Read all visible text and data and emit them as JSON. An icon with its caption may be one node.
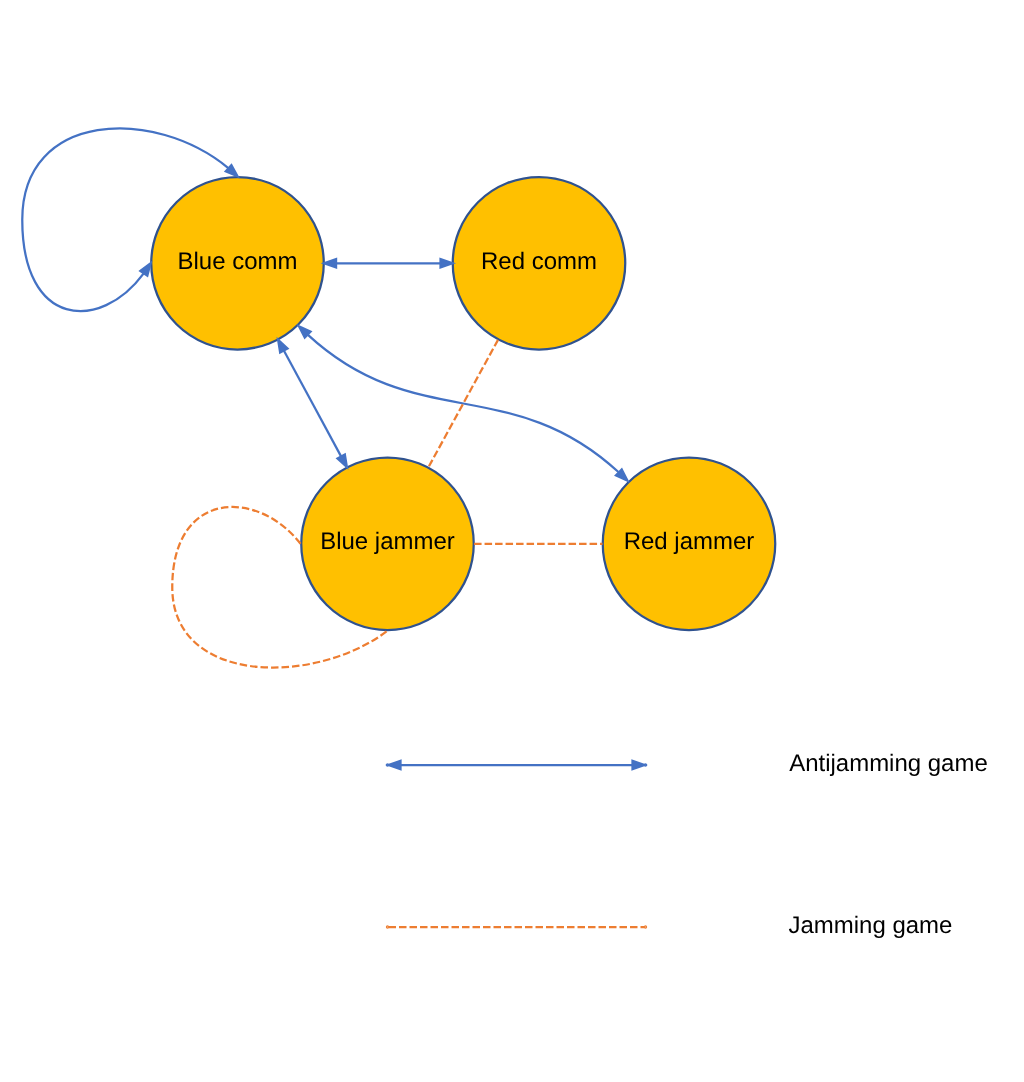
{
  "diagram": {
    "nodes": [
      {
        "text": [
          "Blue comm"
        ]
      },
      {
        "text": [
          "Red comm"
        ]
      },
      {
        "text": [
          "Blue jammer"
        ]
      },
      {
        "text": [
          "Red jammer"
        ]
      }
    ],
    "edges": [
      {
        "from": 0,
        "to": 0,
        "arrow": "both"
      },
      {
        "from": 0,
        "to": 1,
        "arrow": "both"
      },
      {
        "from": 0,
        "to": 2,
        "arrow": "both"
      },
      {
        "from": 0,
        "to": 3,
        "arrow": "both"
      },
      {
        "from": 1,
        "to": 2,
        "arrow": "none",
        "style": "dashed",
        "color": "#ed7d31"
      },
      {
        "from": 2,
        "to": 3,
        "arrow": "none",
        "style": "dashed",
        "color": "#ed7d31"
      },
      {
        "from": 2,
        "to": 2,
        "arrow": "none",
        "style": "dashed",
        "color": "#ed7d31"
      }
    ],
    "legend": [
      {
        "text": "Antijamming game"
      },
      {
        "text": "Jamming game"
      }
    ]
  }
}
